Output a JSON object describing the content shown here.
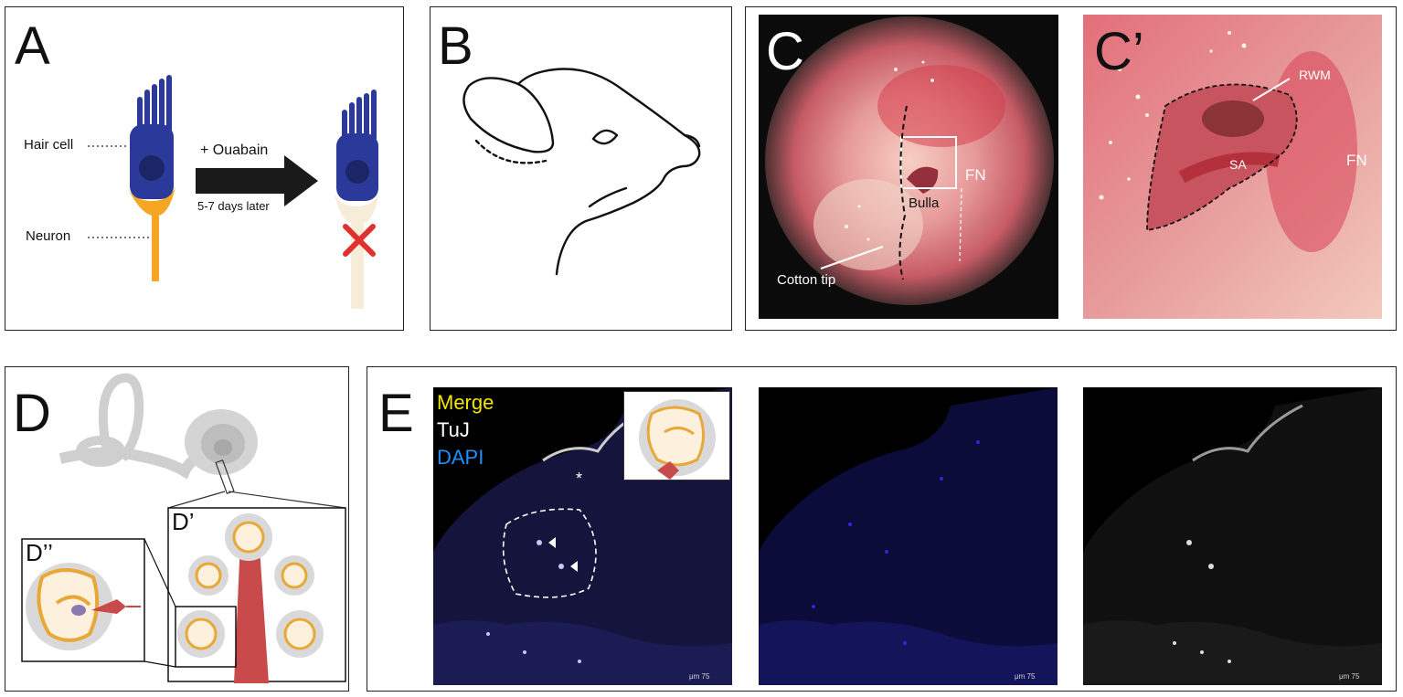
{
  "panelA": {
    "letter": "A",
    "hair_cell_label": "Hair cell",
    "neuron_label": "Neuron",
    "treatment_label": "+ Ouabain",
    "time_label": "5-7 days later",
    "colors": {
      "hair_cell": "#2b3a9a",
      "neuron": "#f5a623",
      "cross": "#e0312f"
    }
  },
  "panelB": {
    "letter": "B"
  },
  "panelC": {
    "letter": "C",
    "labels": {
      "fn": "FN",
      "bulla": "Bulla",
      "cotton_tip": "Cotton tip"
    }
  },
  "panelC2": {
    "letter": "C’",
    "labels": {
      "rwm": "RWM",
      "sa": "SA",
      "fn": "FN"
    }
  },
  "panelD": {
    "letter": "D",
    "sub1": "D’’",
    "sub2": "D’",
    "colors": {
      "inner_ear": "#cfcfcf",
      "cochlea_fill": "#fdf0dc",
      "bone": "#e8a838",
      "neuron": "#c84a4a"
    }
  },
  "panelE": {
    "letter": "E",
    "legend": {
      "merge": "Merge",
      "tuj": "TuJ",
      "dapi": "DAPI"
    },
    "legend_colors": {
      "merge": "#f2e600",
      "tuj": "#ffffff",
      "dapi": "#1e90ff"
    },
    "asterisk": "*",
    "scale_unit": "μm",
    "scale_value": "75"
  }
}
